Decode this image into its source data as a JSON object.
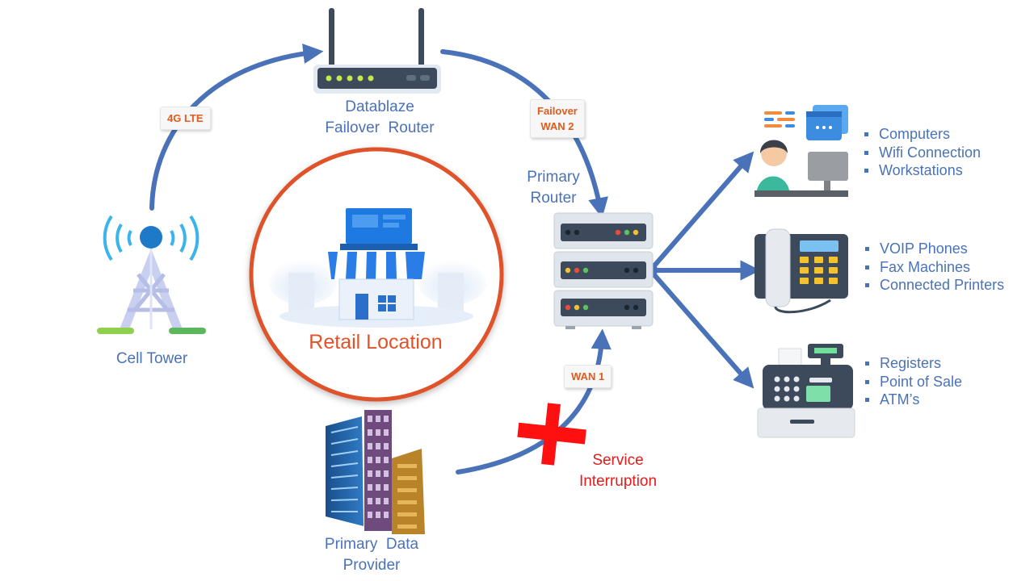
{
  "labels": {
    "failover_router": [
      "Datablaze",
      "Failover  Router"
    ],
    "primary_router": [
      "Primary",
      "Router"
    ],
    "cell_tower": "Cell Tower",
    "retail_location": "Retail Location",
    "primary_data_provider": [
      "Primary  Data",
      "Provider"
    ],
    "service_interruption": [
      "Service",
      "Interruption"
    ]
  },
  "badges": {
    "lte": "4G LTE",
    "failover_wan2": [
      "Failover",
      "WAN 2"
    ],
    "wan1": "WAN 1"
  },
  "device_groups": [
    {
      "icon": "workstation-user-icon",
      "items": [
        "Computers",
        "Wifi Connection",
        "Workstations"
      ]
    },
    {
      "icon": "desk-phone-icon",
      "items": [
        "VOIP Phones",
        "Fax Machines",
        "Connected Printers"
      ]
    },
    {
      "icon": "cash-register-icon",
      "items": [
        "Registers",
        "Point of Sale",
        "ATM’s"
      ]
    }
  ],
  "colors": {
    "arrow": "#4a72b8",
    "label": "#4a72b8",
    "badge_text": "#e05a1c",
    "retail_ring": "#e0532a",
    "interruption": "#e01c1c"
  }
}
